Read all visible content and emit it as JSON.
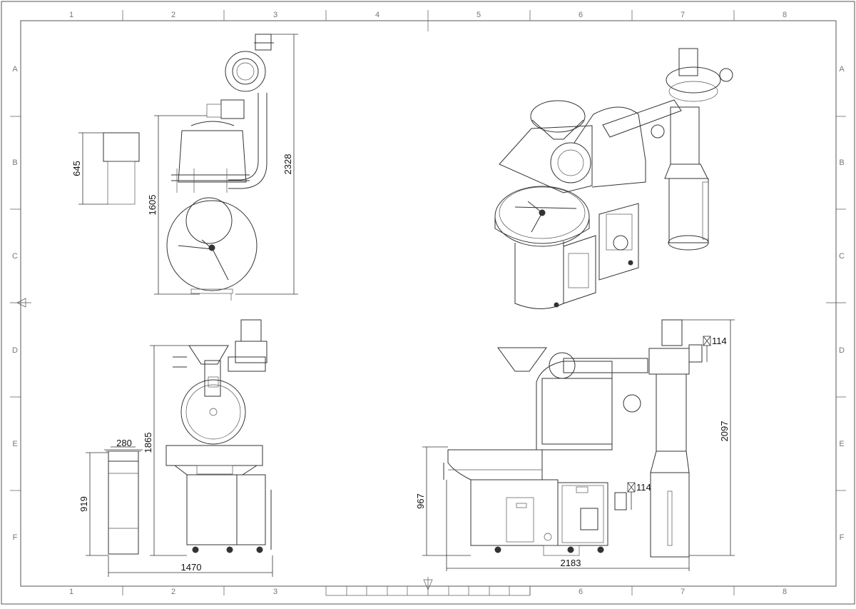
{
  "title": "",
  "frame": {
    "columns": [
      "1",
      "2",
      "3",
      "4",
      "5",
      "6",
      "7",
      "8"
    ],
    "rows": [
      "A",
      "B",
      "C",
      "D",
      "E",
      "F"
    ]
  },
  "dimensions": {
    "hopper_height": "645",
    "top_view_height": "1605",
    "overall_height_top": "2328",
    "cyclone_width": "280",
    "cyclone_height": "919",
    "front_height": "1865",
    "front_width": "1470",
    "side_height": "967",
    "side_width": "2183",
    "stack_height": "2097",
    "duct_upper": "114",
    "duct_lower": "114"
  }
}
